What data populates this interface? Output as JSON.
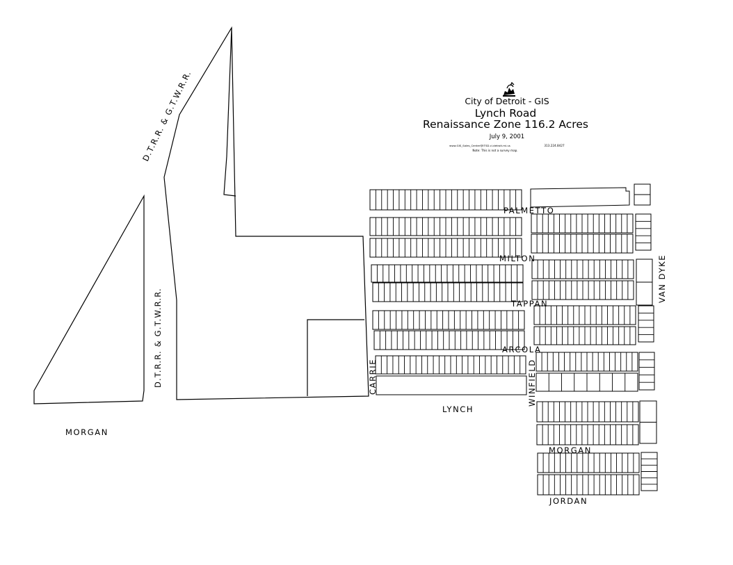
{
  "title_block": {
    "line1": "City of Detroit - GIS",
    "line2": "Lynch Road",
    "line3": "Renaissance Zone 116.2 Acres",
    "date": "July 9, 2001",
    "contact_email": "www.GIS_Sales_Center@ITSD.ci.detroit.mi.us",
    "contact_phone": "313.224.8427",
    "note": "Note: This is not a survey map.",
    "seal_icon": "city-seal-icon"
  },
  "labels": {
    "railroad_upper": "D.T.R.R. & G.T.W.R.R.",
    "railroad_lower": "D.T.R.R. & G.T.W.R.R.",
    "morgan_west": "MORGAN",
    "palmetto": "PALMETTO",
    "milton": "MILTON",
    "tappan": "TAPPAN",
    "arcola": "ARCOLA",
    "carrie": "CARRIE",
    "winfield": "WINFIELD",
    "lynch": "LYNCH",
    "morgan_east": "MORGAN",
    "jordan": "JORDAN",
    "van_dyke": "VAN DYKE"
  }
}
